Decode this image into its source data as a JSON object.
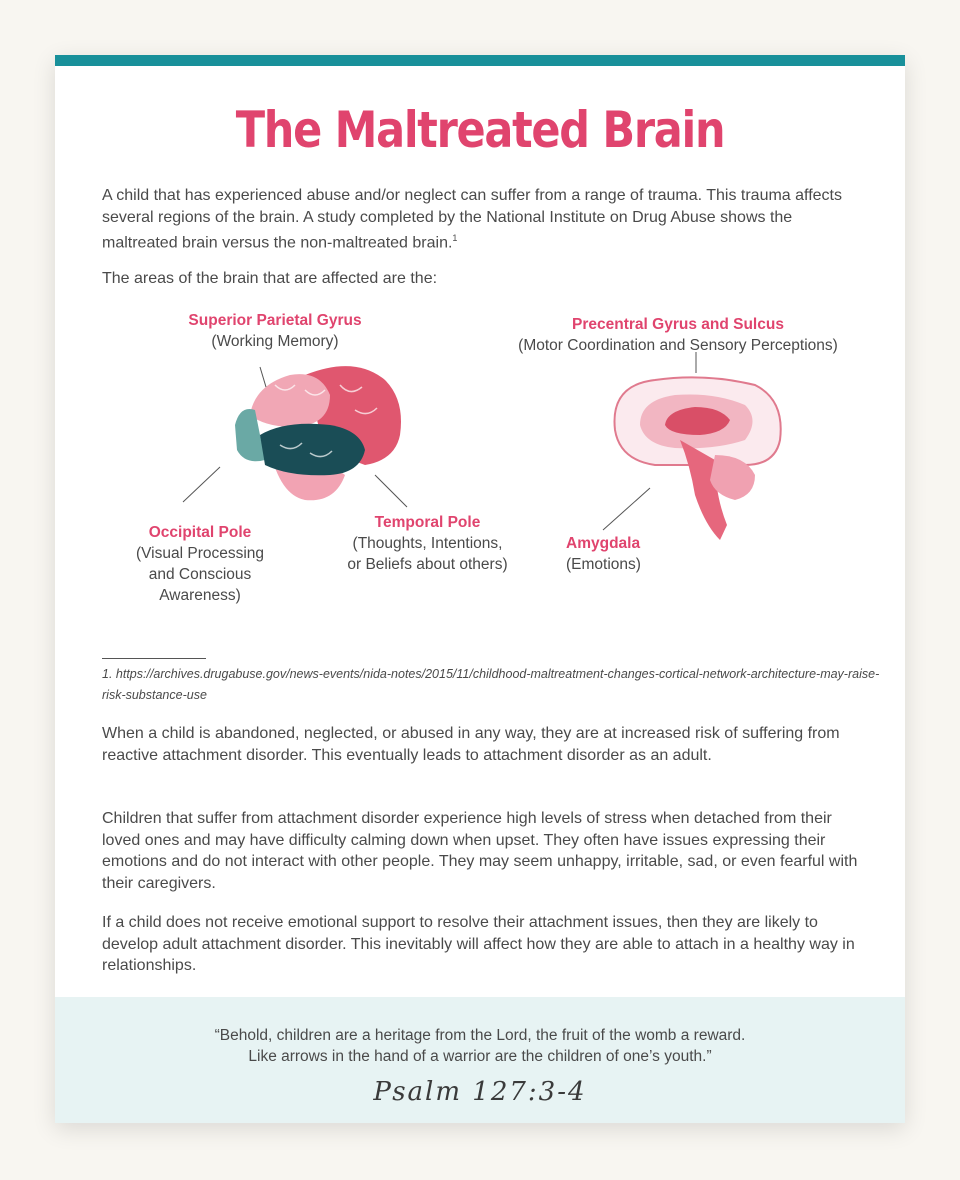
{
  "title": "The Maltreated Brain",
  "intro": "A child that has experienced abuse and/or neglect can suffer from a range of trauma. This trauma affects several regions of the brain. A study completed by the National Institute on Drug Abuse shows the maltreated brain versus the non-maltreated brain.",
  "intro_footnote_mark": "1",
  "lead": "The areas of the brain that are affected are the:",
  "regions": [
    {
      "name": "Superior Parietal Gyrus",
      "desc": "(Working Memory)"
    },
    {
      "name": "Precentral Gyrus and Sulcus",
      "desc": "(Motor Coordination and Sensory Perceptions)"
    },
    {
      "name": "Occipital Pole",
      "desc_lines": [
        "(Visual Processing",
        "and Conscious",
        "Awareness)"
      ]
    },
    {
      "name": "Temporal Pole",
      "desc_lines": [
        "(Thoughts, Intentions,",
        "or Beliefs about others)"
      ]
    },
    {
      "name": "Amygdala",
      "desc": "(Emotions)"
    }
  ],
  "footnote": "1. https://archives.drugabuse.gov/news-events/nida-notes/2015/11/childhood-maltreatment-changes-cortical-network-architecture-may-raise-risk-substance-use",
  "paragraphs": [
    "When a child is abandoned, neglected, or abused in any way, they are at increased risk of suffering from reactive attachment disorder. This eventually leads to attachment disorder as an adult.",
    "Children that suffer from attachment disorder experience high levels of stress when detached from their loved ones and may have difficulty calming down when upset. They often have issues expressing their emotions and do not interact with other people. They may seem unhappy, irritable, sad, or even fearful with their caregivers.",
    "If a child does not receive emotional support to resolve their attachment issues, then they are likely to develop adult attachment disorder. This inevitably will affect how they are able to attach in a healthy way in relationships."
  ],
  "quote": {
    "line1": "“Behold, children are a heritage from the Lord, the fruit of the womb a reward.",
    "line2": "Like arrows in the hand of a warrior are the children of one’s youth.”",
    "reference": "Psalm 127:3-4"
  },
  "colors": {
    "accent_bar": "#18909a",
    "title": "#e0446e",
    "quote_background": "#e7f3f3"
  }
}
